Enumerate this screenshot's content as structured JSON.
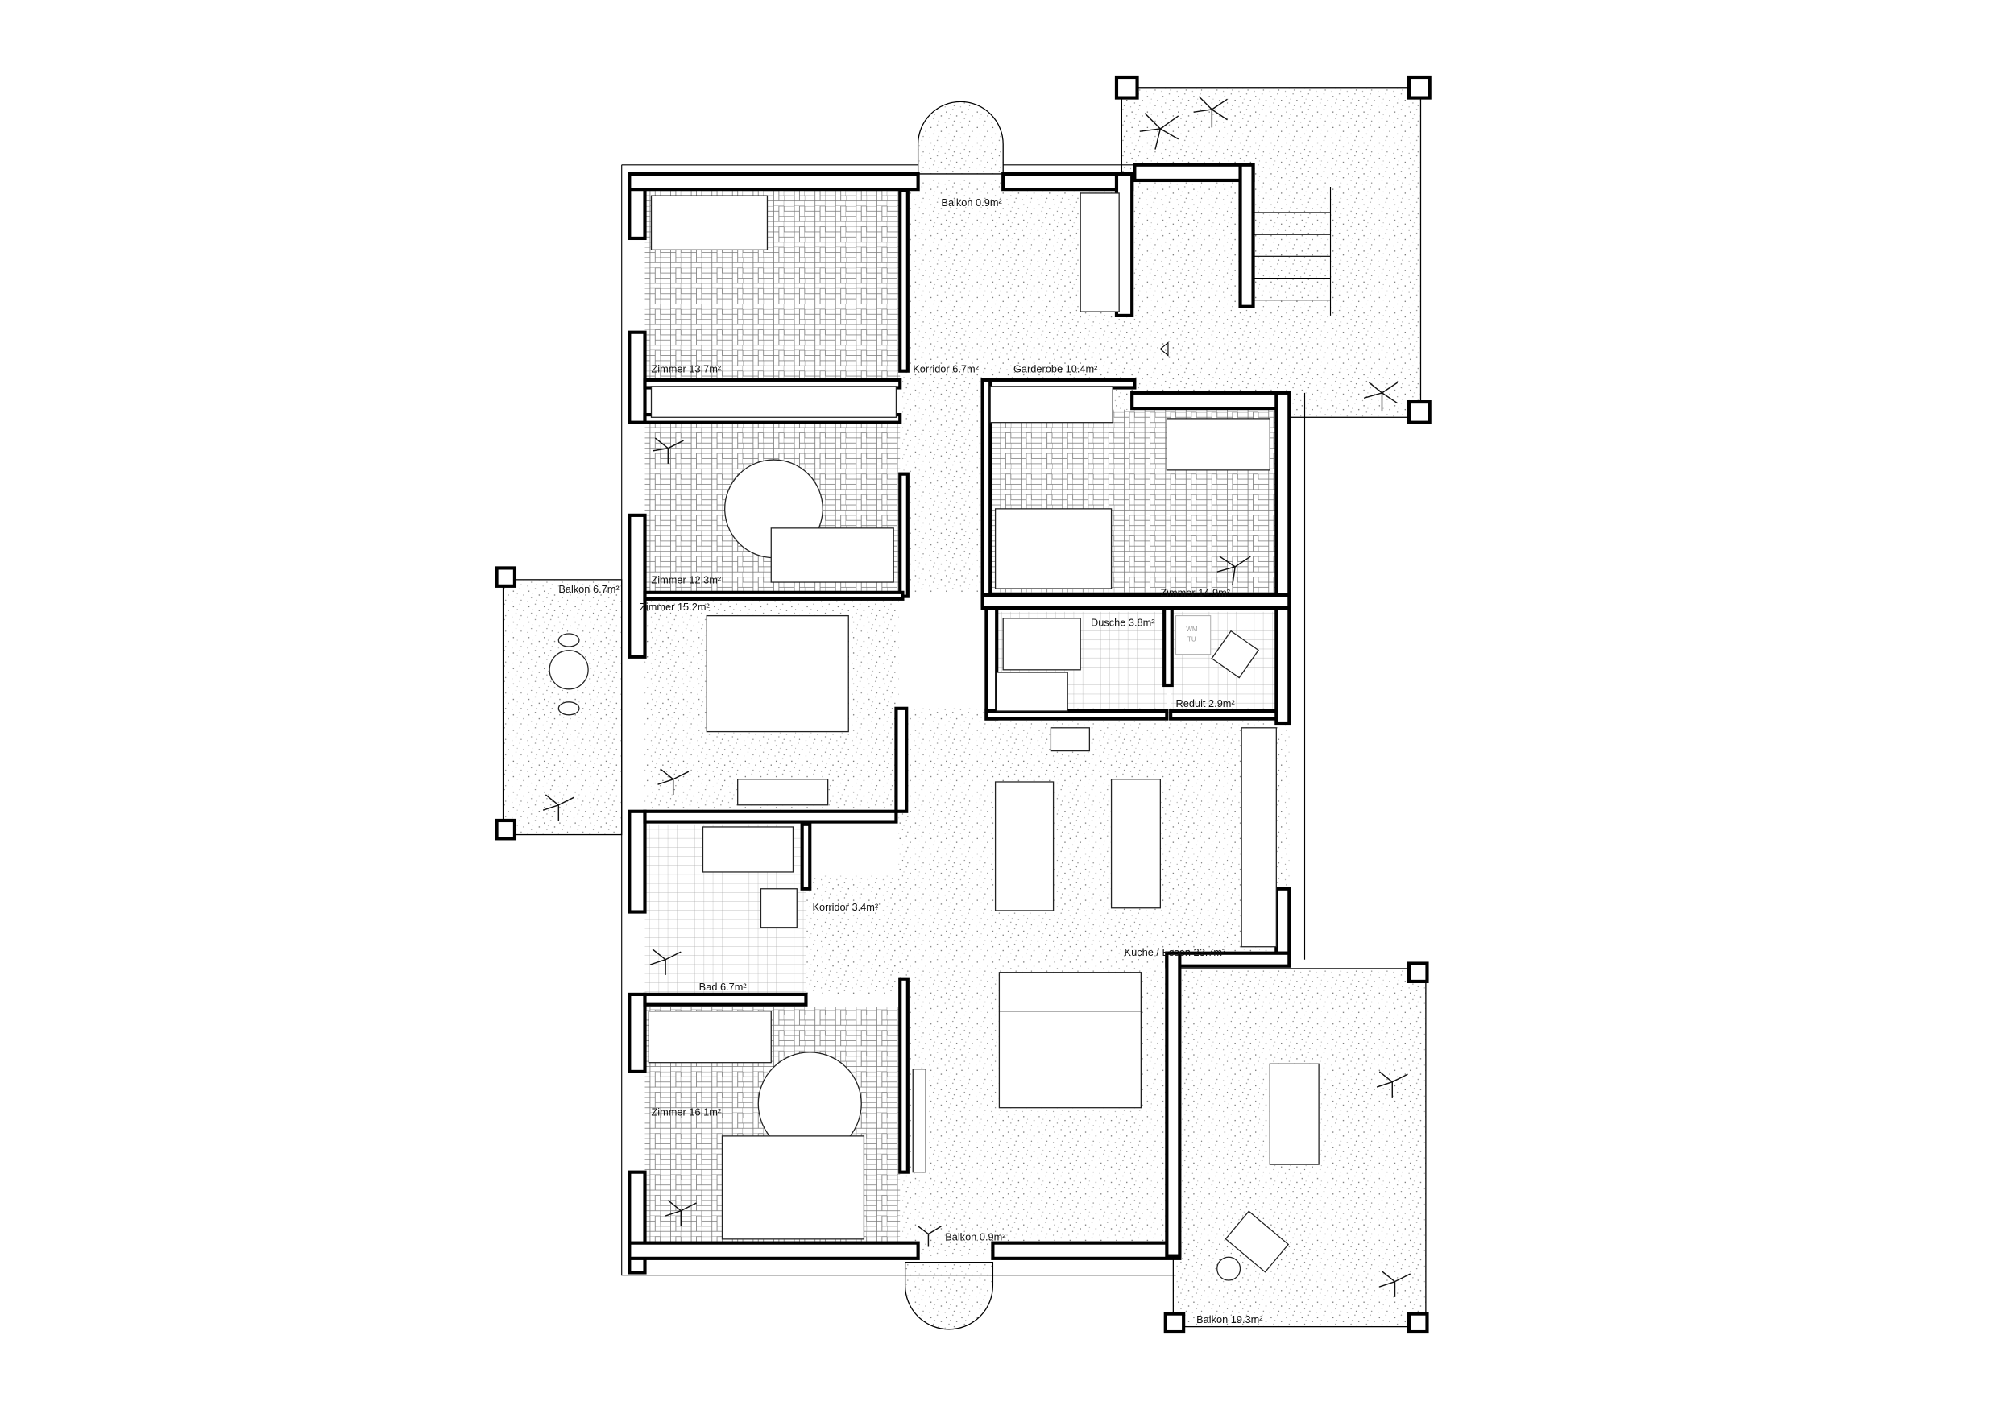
{
  "plan": {
    "rooms": {
      "balkon_top": "Balkon 0.9m²",
      "zimmer_13_7": "Zimmer 13.7m²",
      "korridor_6_7": "Korridor 6.7m²",
      "garderobe": "Garderobe 10.4m²",
      "zimmer_12_3": "Zimmer 12.3m²",
      "zimmer_14_9": "Zimmer 14.9m²",
      "balkon_west": "Balkon 6.7m²",
      "zimmer_15_2": "Zimmer 15.2m²",
      "dusche": "Dusche 3.8m²",
      "reduit": "Reduit 2.9m²",
      "korridor_3_4": "Korridor 3.4m²",
      "kueche_essen": "Küche / Essen 23.7m²",
      "bad": "Bad 6.7m²",
      "zimmer_16_1": "Zimmer 16.1m²",
      "balkon_bottom": "Balkon 0.9m²",
      "balkon_south": "Balkon 19.3m²"
    },
    "appliance": {
      "wm": "WM",
      "tu": "TU"
    }
  }
}
